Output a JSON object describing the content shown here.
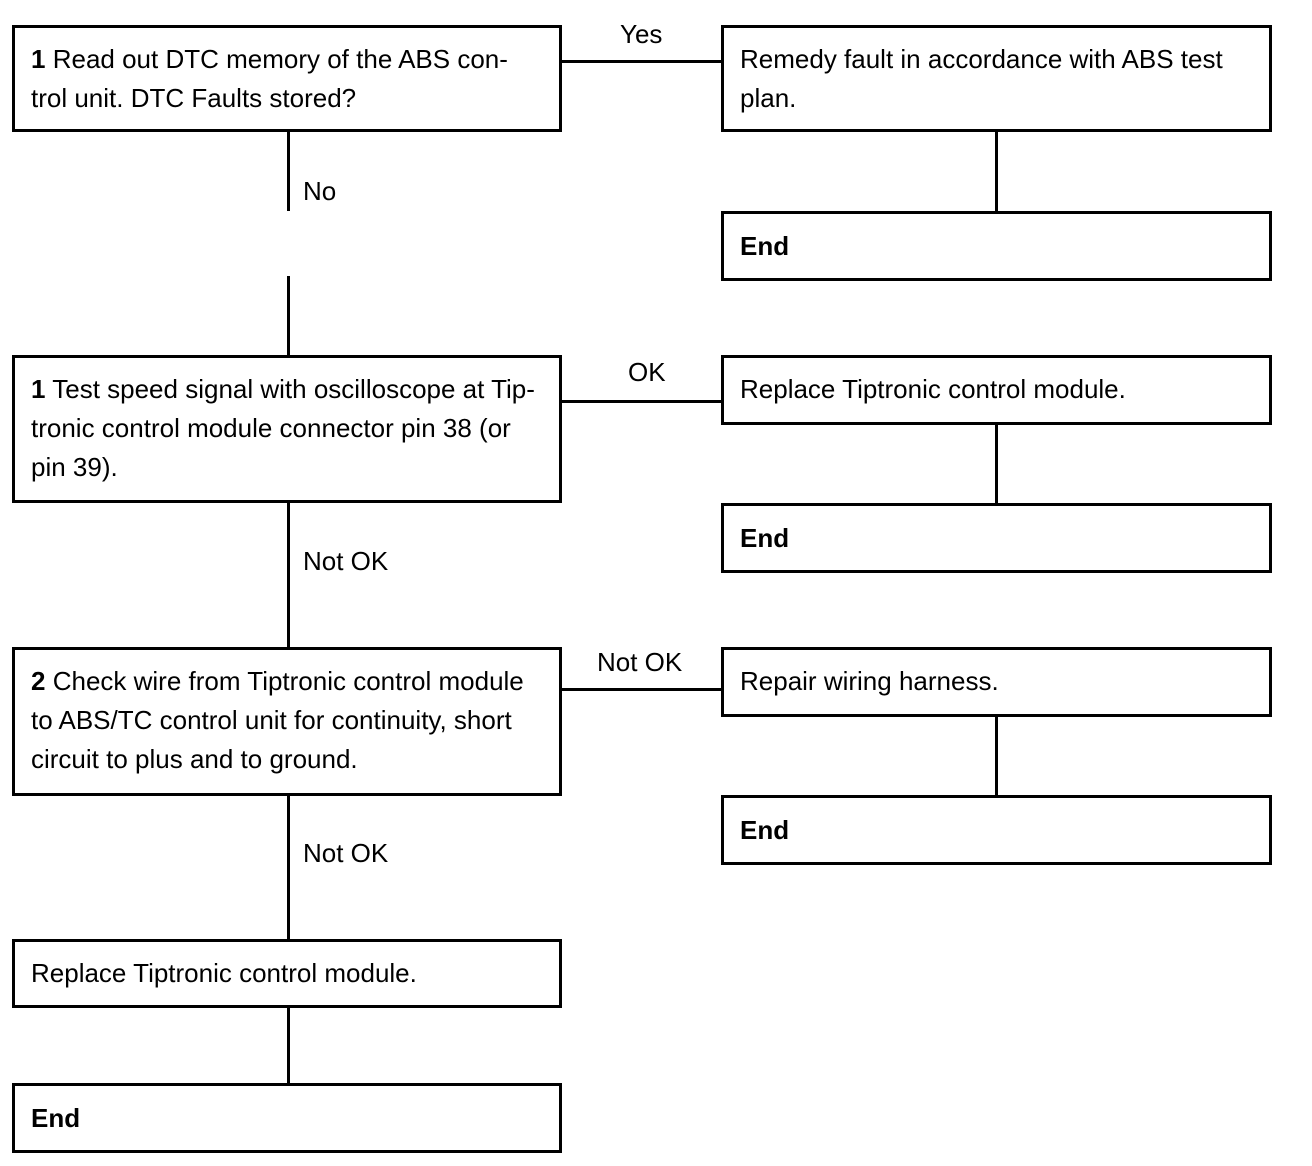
{
  "left_column": {
    "step1": {
      "num": "1",
      "text": "Read out DTC memory of the ABS con-trol unit. DTC Faults stored?"
    },
    "step1b": {
      "num": "1",
      "text": "Test speed signal with oscilloscope at Tip-tronic control module connector pin 38 (or pin 39)."
    },
    "step2": {
      "num": "2",
      "text": "Check wire from Tiptronic control module to ABS/TC control unit for continuity, short circuit to plus and to ground."
    },
    "replace": {
      "text": "Replace Tiptronic control module."
    },
    "end": {
      "text": "End"
    }
  },
  "right_column": {
    "remedy": {
      "text": "Remedy fault in accordance with ABS test plan."
    },
    "end1": {
      "text": "End"
    },
    "replace": {
      "text": "Replace Tiptronic control module."
    },
    "end2": {
      "text": "End"
    },
    "repair": {
      "text": "Repair wiring harness."
    },
    "end3": {
      "text": "End"
    }
  },
  "connector_labels": {
    "yes": "Yes",
    "no": "No",
    "ok": "OK",
    "not_ok_1": "Not OK",
    "not_ok_2": "Not OK",
    "not_ok_3": "Not OK"
  }
}
